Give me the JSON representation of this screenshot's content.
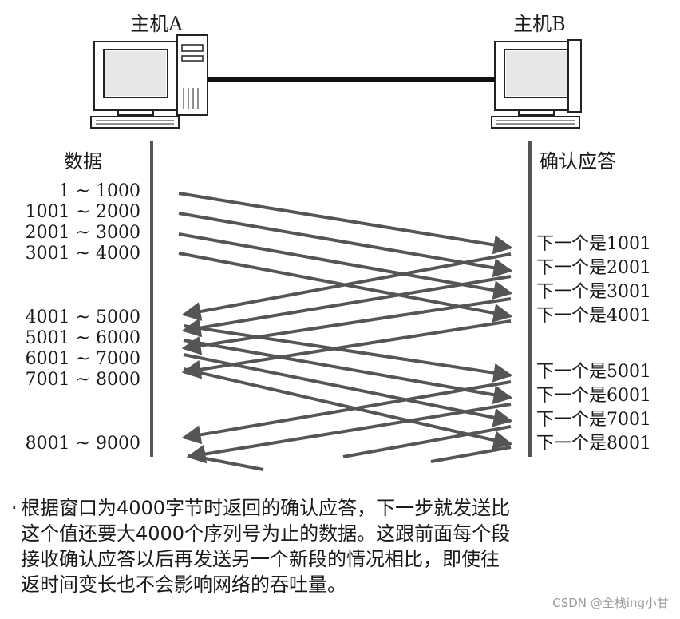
{
  "hosts": {
    "a_label": "主机A",
    "b_label": "主机B"
  },
  "columns": {
    "left_header": "数据",
    "right_header": "确认应答"
  },
  "data_segments": [
    "1 ~ 1000",
    "1001 ~ 2000",
    "2001 ~ 3000",
    "3001 ~ 4000",
    "4001 ~ 5000",
    "5001 ~ 6000",
    "6001 ~ 7000",
    "7001 ~ 8000",
    "8001 ~ 9000"
  ],
  "acks": [
    "下一个是1001",
    "下一个是2001",
    "下一个是3001",
    "下一个是4001",
    "下一个是5001",
    "下一个是6001",
    "下一个是7001",
    "下一个是8001"
  ],
  "caption": {
    "bullet": "·",
    "lines": [
      "根据窗口为4000字节时返回的确认应答，下一步就发送比",
      "这个值还要大4000个序列号为止的数据。这跟前面每个段",
      "接收确认应答以后再发送另一个新段的情况相比，即使往",
      "返时间变长也不会影响网络的吞吐量。"
    ]
  },
  "watermark": "CSDN @全栈ing小甘",
  "colors": {
    "line": "#555555",
    "arrow": "#555555",
    "text": "#1a1a1a"
  }
}
